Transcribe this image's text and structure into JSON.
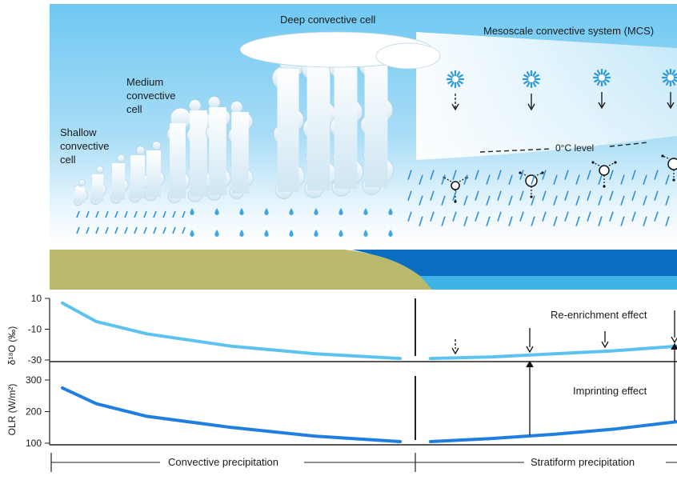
{
  "diagram": {
    "cloud_labels": {
      "shallow": [
        "Shallow",
        "convective",
        "cell"
      ],
      "medium": [
        "Medium",
        "convective",
        "cell"
      ],
      "deep": "Deep convective cell",
      "mcs": "Mesoscale convective system (MCS)"
    },
    "freezing_level": "0°C level",
    "colors": {
      "sky": "#7fcdf2",
      "land": "#b9ba6e",
      "ocean_dark": "#0a6fc0",
      "ocean_light": "#3fb2e6",
      "d18o_line": "#5cc3f0",
      "olr_line": "#1f7fe0"
    }
  },
  "chart_data": [
    {
      "type": "line",
      "ylabel": "δ¹⁸O (‰)",
      "yticks": [
        "10",
        "-10",
        "-30"
      ],
      "ylim": [
        -30,
        10
      ],
      "annotation": "Re-enrichment effect",
      "series": [
        {
          "segment": "convective",
          "x": [
            0,
            0.1,
            0.25,
            0.5,
            0.75,
            1.0
          ],
          "y": [
            7,
            -5,
            -13,
            -21,
            -26,
            -29
          ]
        },
        {
          "segment": "stratiform",
          "x": [
            0,
            0.25,
            0.5,
            0.75,
            1.0
          ],
          "y": [
            -29,
            -28,
            -26,
            -24,
            -21
          ]
        }
      ]
    },
    {
      "type": "line",
      "ylabel": "OLR (W/m²)",
      "yticks": [
        "300",
        "200",
        "100"
      ],
      "ylim": [
        100,
        300
      ],
      "annotation": "Imprinting effect",
      "series": [
        {
          "segment": "convective",
          "x": [
            0,
            0.1,
            0.25,
            0.5,
            0.75,
            1.0
          ],
          "y": [
            275,
            225,
            185,
            150,
            122,
            105
          ]
        },
        {
          "segment": "stratiform",
          "x": [
            0,
            0.25,
            0.5,
            0.75,
            1.0
          ],
          "y": [
            105,
            115,
            128,
            145,
            168
          ]
        }
      ]
    }
  ],
  "footer": {
    "convective": "Convective precipitation",
    "stratiform": "Stratiform precipitation"
  }
}
